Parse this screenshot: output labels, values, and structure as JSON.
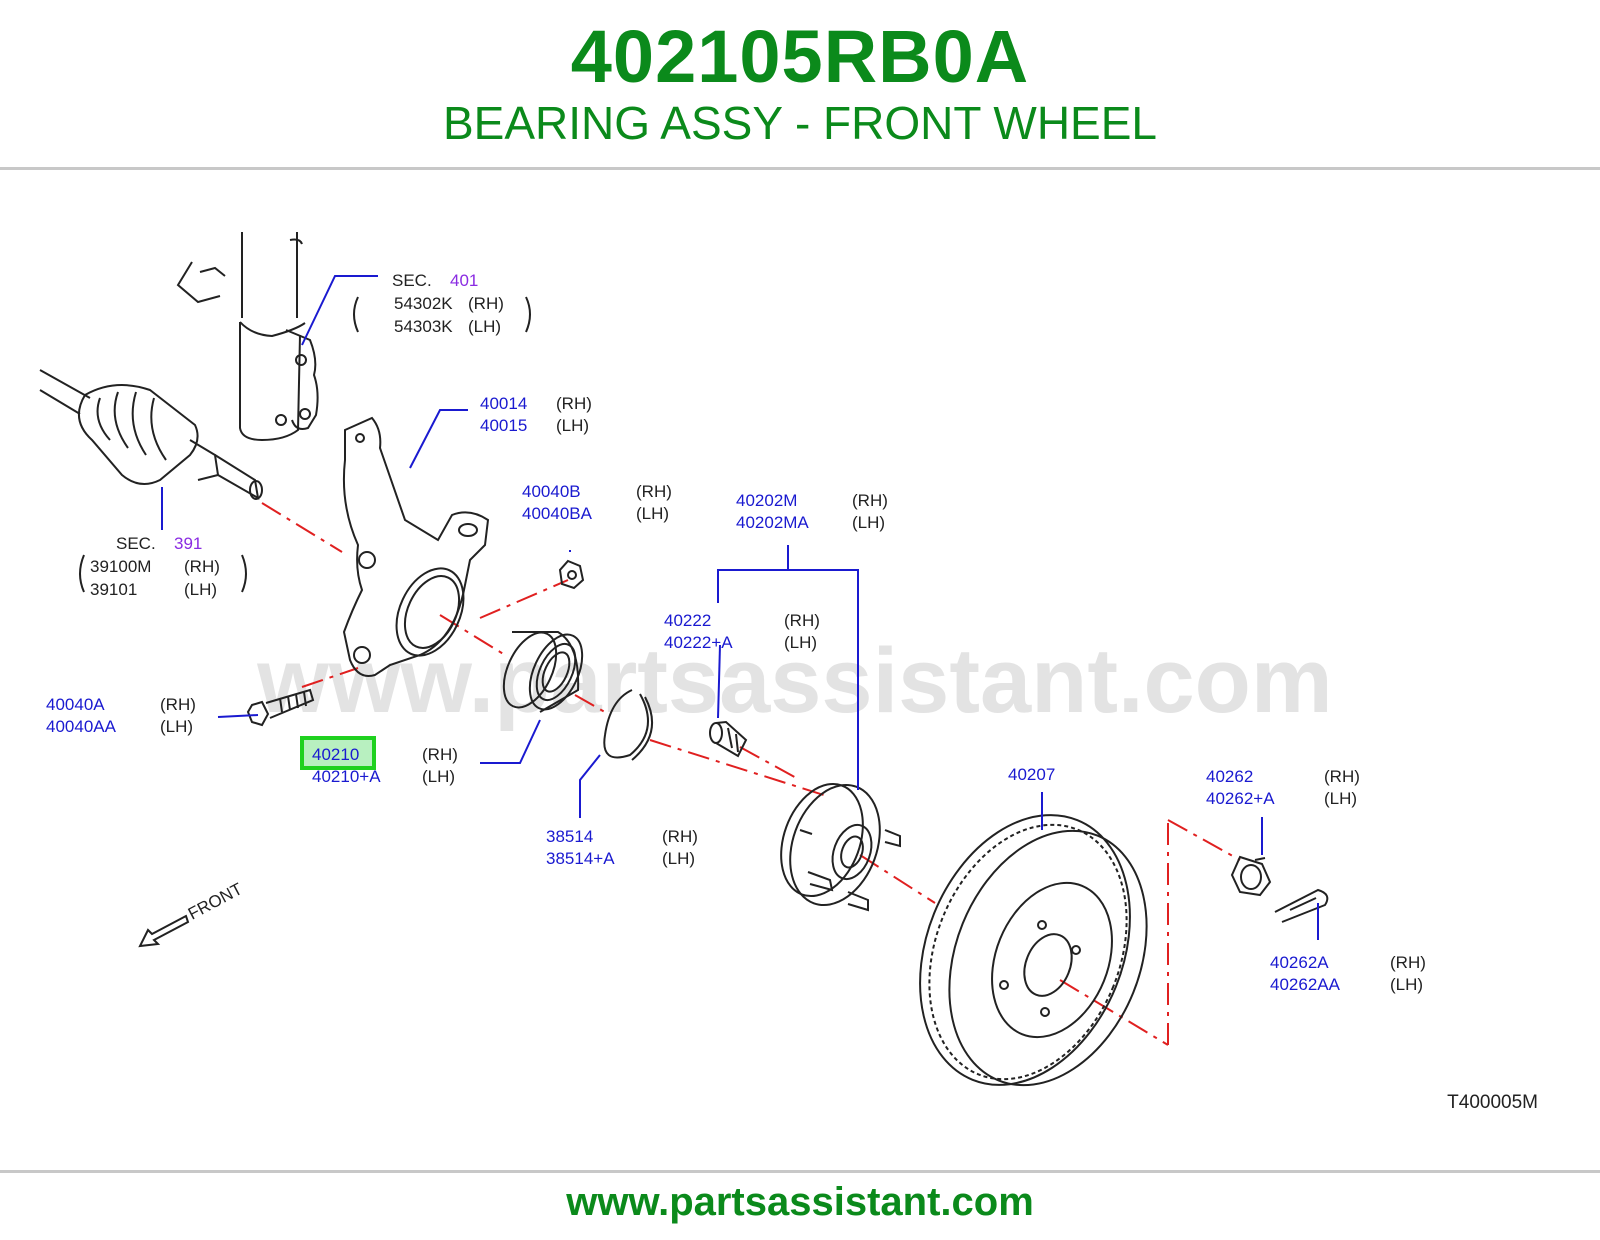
{
  "header": {
    "part_number": "402105RB0A",
    "part_name": "BEARING ASSY - FRONT WHEEL"
  },
  "watermark": "www.partsassistant.com",
  "callouts": {
    "strut": {
      "sec": "SEC.",
      "sec_num": "401",
      "rows": [
        [
          "54302K",
          "(RH)"
        ],
        [
          "54303K",
          "(LH)"
        ]
      ]
    },
    "drive_shaft": {
      "sec": "SEC.",
      "sec_num": "391",
      "rows": [
        [
          "39100M",
          "(RH)"
        ],
        [
          "39101",
          "(LH)"
        ]
      ]
    },
    "knuckle": {
      "rows": [
        [
          "40014",
          "(RH)"
        ],
        [
          "40015",
          "(LH)"
        ]
      ]
    },
    "knuckle_nut": {
      "rows": [
        [
          "40040B",
          "(RH)"
        ],
        [
          "40040BA",
          "(LH)"
        ]
      ]
    },
    "knuckle_bolt": {
      "rows": [
        [
          "40040A",
          "(RH)"
        ],
        [
          "40040AA",
          "(LH)"
        ]
      ]
    },
    "bearing": {
      "rows": [
        [
          "40210",
          "(RH)"
        ],
        [
          "40210+A",
          "(LH)"
        ]
      ]
    },
    "snap_ring": {
      "rows": [
        [
          "38514",
          "(RH)"
        ],
        [
          "38514+A",
          "(LH)"
        ]
      ]
    },
    "hub_assy": {
      "rows": [
        [
          "40202M",
          "(RH)"
        ],
        [
          "40202MA",
          "(LH)"
        ]
      ]
    },
    "hub_bolt": {
      "rows": [
        [
          "40222",
          "(RH)"
        ],
        [
          "40222+A",
          "(LH)"
        ]
      ]
    },
    "rotor": {
      "rows": [
        [
          "40207"
        ]
      ]
    },
    "hub_nut": {
      "rows": [
        [
          "40262",
          "(RH)"
        ],
        [
          "40262+A",
          "(LH)"
        ]
      ]
    },
    "cotter_pin": {
      "rows": [
        [
          "40262A",
          "(RH)"
        ],
        [
          "40262AA",
          "(LH)"
        ]
      ]
    }
  },
  "front_label": "FRONT",
  "figure_code": "T400005M",
  "footer": {
    "url": "www.partsassistant.com"
  },
  "colors": {
    "brand_green": "#0b8a1b",
    "callout_blue": "#1a1ad0",
    "sec_purple": "#8a2be2",
    "highlight": "#1fd11f",
    "centerline_red": "#e02020"
  }
}
